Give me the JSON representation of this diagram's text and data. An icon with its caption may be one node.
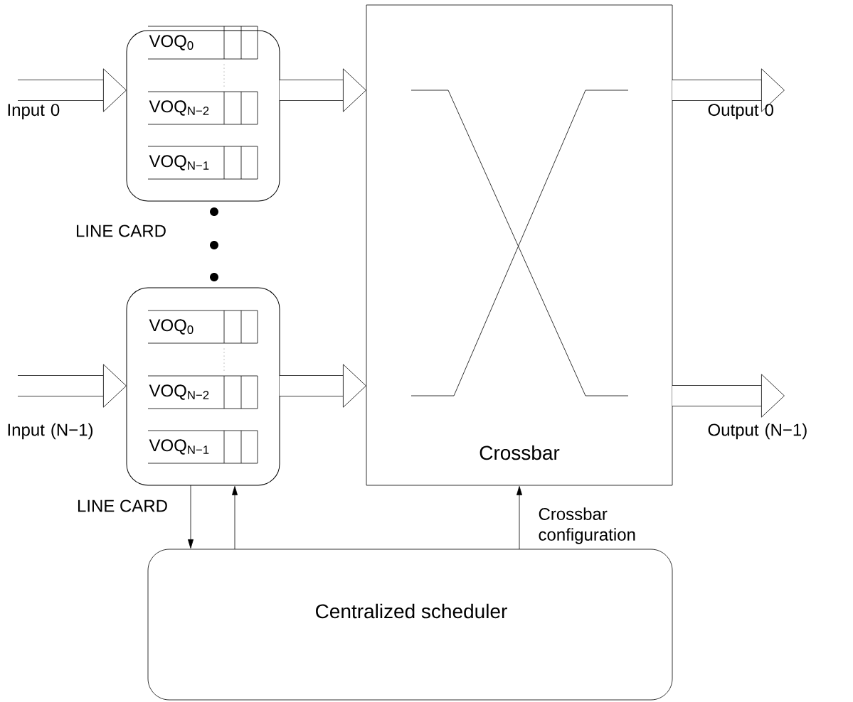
{
  "diagram": {
    "nodes": [
      {
        "text": [
          "LINE CARD"
        ]
      },
      {
        "text": [
          "VOQ$_{0}$"
        ],
        "in": 0
      },
      {
        "text": [
          "VOQ$_{N−2}$"
        ],
        "in": 0
      },
      {
        "text": [
          "VOQ$_{N−1}$"
        ],
        "in": 0
      },
      {
        "text": [
          "LINE CARD"
        ]
      },
      {
        "text": [
          "VOQ$_{0}$"
        ],
        "in": 4
      },
      {
        "text": [
          "VOQ$_{N−2}$"
        ],
        "in": 4
      },
      {
        "text": [
          "VOQ$_{N−1}$"
        ],
        "in": 4
      },
      {
        "text": [
          "Crossbar"
        ]
      },
      {
        "text": [
          "Centralized scheduler"
        ]
      }
    ],
    "edges": [
      {
        "from": null,
        "to": 0,
        "arrow": "to",
        "label": "Input 0"
      },
      {
        "from": 0,
        "to": 8,
        "arrow": "to"
      },
      {
        "from": null,
        "to": 4,
        "arrow": "to",
        "label": "Input (N−1)"
      },
      {
        "from": 4,
        "to": 8,
        "arrow": "to"
      },
      {
        "from": 8,
        "to": null,
        "arrow": "to",
        "label": "Output 0"
      },
      {
        "from": 8,
        "to": null,
        "arrow": "to",
        "label": "Output (N−1)"
      },
      {
        "from": 4,
        "to": 9,
        "arrow": "to"
      },
      {
        "from": 9,
        "to": 4,
        "arrow": "to"
      },
      {
        "from": 9,
        "to": 8,
        "arrow": "to",
        "label": "Crossbar configuration"
      }
    ]
  }
}
